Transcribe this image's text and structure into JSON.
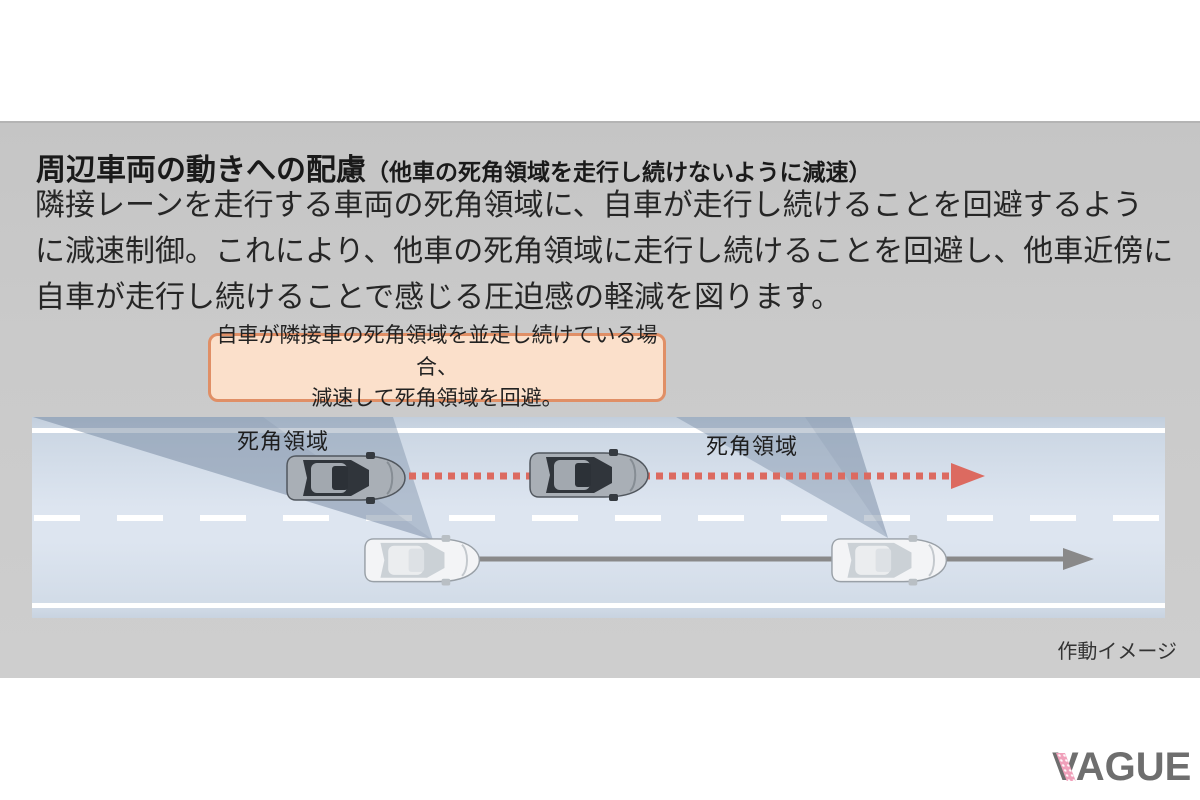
{
  "header": {
    "title_main": "周辺車両の動きへの配慮",
    "title_sub": "（他車の死角領域を走行し続けないように減速）",
    "body": "隣接レーンを走行する車両の死角領域に、自車が走行し続けることを回避するよう\nに減速制御。これにより、他車の死角領域に走行し続けることを回避し、他車近傍に\n自車が走行し続けることで感じる圧迫感の軽減を図ります。"
  },
  "callout": {
    "text": "自車が隣接車の死角領域を並走し続けている場合、\n減速して死角領域を回避。"
  },
  "diagram": {
    "blind_spot_label_left": "死角領域",
    "blind_spot_label_right": "死角領域",
    "caption": "作動イメージ"
  },
  "footer": {
    "brand": "VAGUE"
  },
  "colors": {
    "panel_bg": "#c9c9c9",
    "road_blue": "#dce4ef",
    "accent_red": "#dc6a60",
    "arrow_gray": "#898989",
    "wedge_blue_gray": "#74879f",
    "callout_bg": "#fbe0cb",
    "callout_border": "#e08f66",
    "brand_gray": "#6e6e6e",
    "brand_pink": "#f0a0ba",
    "text_dark": "#222222"
  }
}
